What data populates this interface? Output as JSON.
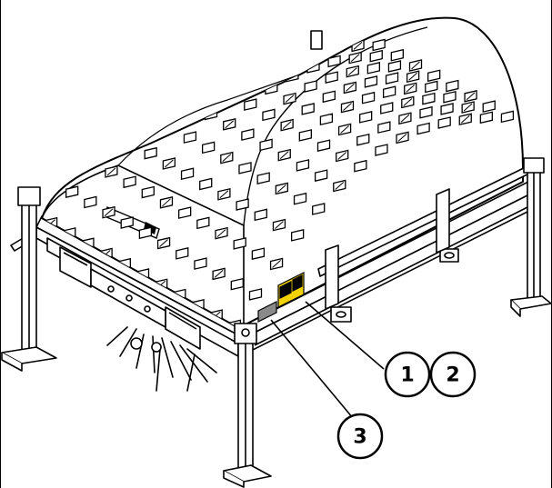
{
  "diagram": {
    "callouts": [
      {
        "id": "c1",
        "label": "1"
      },
      {
        "id": "c2",
        "label": "2"
      },
      {
        "id": "c3",
        "label": "3"
      }
    ],
    "colors": {
      "line": "#000000",
      "background": "#ffffff",
      "label_warning": "#f2d200",
      "label_plate": "#8a8a8a"
    }
  }
}
